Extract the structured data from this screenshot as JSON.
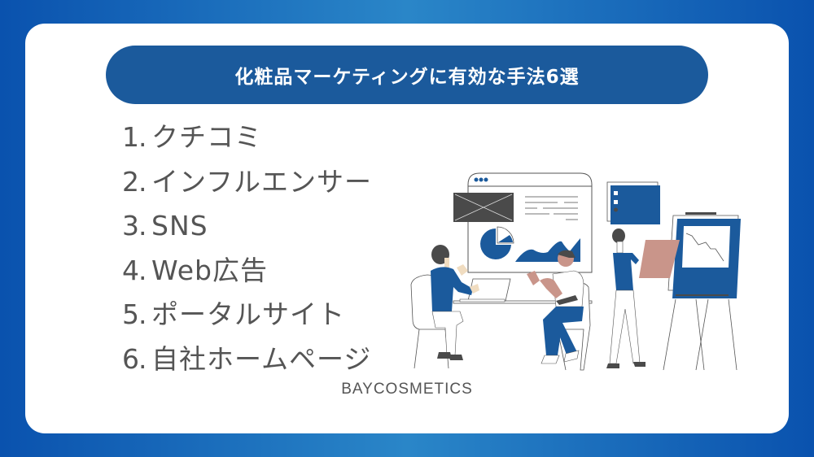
{
  "title": "化粧品マーケティングに有効な手法6選",
  "methods": [
    {
      "number": "1.",
      "label": "クチコミ"
    },
    {
      "number": "2.",
      "label": "インフルエンサー"
    },
    {
      "number": "3.",
      "label": "SNS"
    },
    {
      "number": "4.",
      "label": "Web広告"
    },
    {
      "number": "5.",
      "label": "ポータルサイト"
    },
    {
      "number": "6.",
      "label": "自社ホームページ"
    }
  ],
  "brand": "BAYCOSMETICS",
  "colors": {
    "background_gradient": [
      "#0a52ae",
      "#2a86c8"
    ],
    "card": "#ffffff",
    "title_pill": "#1b5a9c",
    "title_text": "#ffffff",
    "list_text": "#555555",
    "illustration_blue": "#1b5a9c",
    "illustration_gray": "#4a4a4a",
    "illustration_skin": "#c9958a"
  },
  "illustration": {
    "description": "business-meeting-illustration"
  }
}
